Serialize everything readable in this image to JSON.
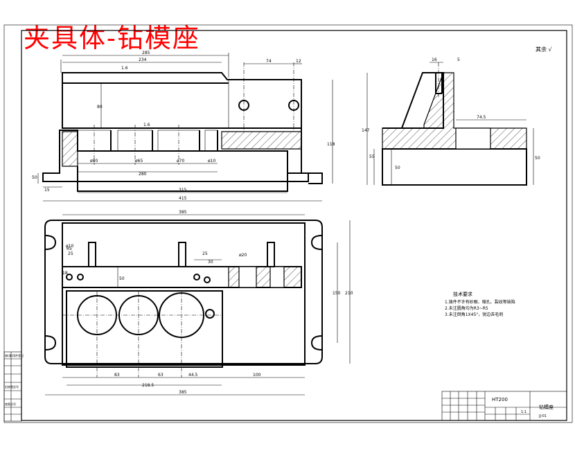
{
  "title": "夹具体-钻模座",
  "roughness_symbol": "其余 √",
  "front_view_dims": {
    "d1": "285",
    "d2": "234",
    "d3": "74",
    "d4": "12",
    "d5": "80",
    "d6": "118",
    "d7": "50",
    "d8": "15",
    "d9": "ø80",
    "d10": "ø65",
    "d11": "ø70",
    "d12": "ø10",
    "d13": "280",
    "d14": "315",
    "d15": "415",
    "r1": "1.6",
    "r2": "1.6"
  },
  "side_view_dims": {
    "d1": "16",
    "d2": "5",
    "d3": "147",
    "d4": "74.5",
    "d5": "55",
    "d6": "50",
    "d7": "50"
  },
  "top_view_dims": {
    "d1": "385",
    "d2": "R5",
    "d3": "ø10",
    "d4": "25",
    "d5": "18",
    "d6": "25",
    "d7": "30",
    "d8": "ø20",
    "d9": "50",
    "d10": "150",
    "d11": "210",
    "d12": "83",
    "d13": "63",
    "d14": "44.5",
    "d15": "100",
    "d16": "218.5",
    "d17": "385"
  },
  "tech_notes": {
    "heading": "技术要求",
    "line1": "1.铸件不许有砂眼、缩孔、裂纹等缺陷",
    "line2": "2.未注圆角均为R3~R5",
    "line3": "3.未注倒角1X45°，锐边去毛刺"
  },
  "title_block": {
    "material": "HT200",
    "part_name": "钻模座",
    "drawing_no": "JJ-01",
    "scale": "1:1"
  },
  "left_strip": {
    "l1": "借(通)用件登记",
    "l2": "旧底图总号",
    "l3": "底图总号"
  }
}
